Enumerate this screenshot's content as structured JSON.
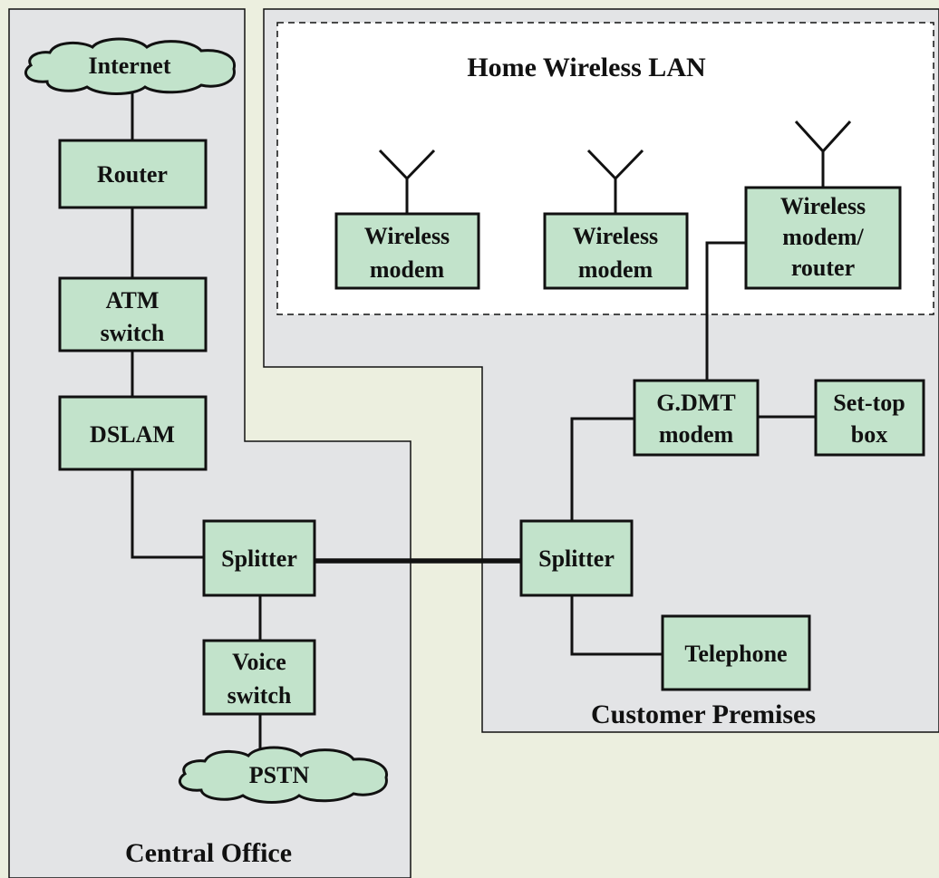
{
  "regions": {
    "central_office": "Central Office",
    "customer_premises": "Customer Premises",
    "home_wireless_lan": "Home Wireless LAN"
  },
  "nodes": {
    "internet": "Internet",
    "router": "Router",
    "atm_switch": [
      "ATM",
      "switch"
    ],
    "dslam": "DSLAM",
    "co_splitter": "Splitter",
    "voice_switch": [
      "Voice",
      "switch"
    ],
    "pstn": "PSTN",
    "cp_splitter": "Splitter",
    "telephone": "Telephone",
    "gdmt_modem": [
      "G.DMT",
      "modem"
    ],
    "set_top_box": [
      "Set-top",
      "box"
    ],
    "wireless_modem_1": [
      "Wireless",
      "modem"
    ],
    "wireless_modem_2": [
      "Wireless",
      "modem"
    ],
    "wireless_router": [
      "Wireless",
      "modem/",
      "router"
    ]
  },
  "colors": {
    "background": "#ecefdf",
    "region_fill": "#e3e4e6",
    "node_fill": "#c2e3cb",
    "stroke": "#111111"
  }
}
